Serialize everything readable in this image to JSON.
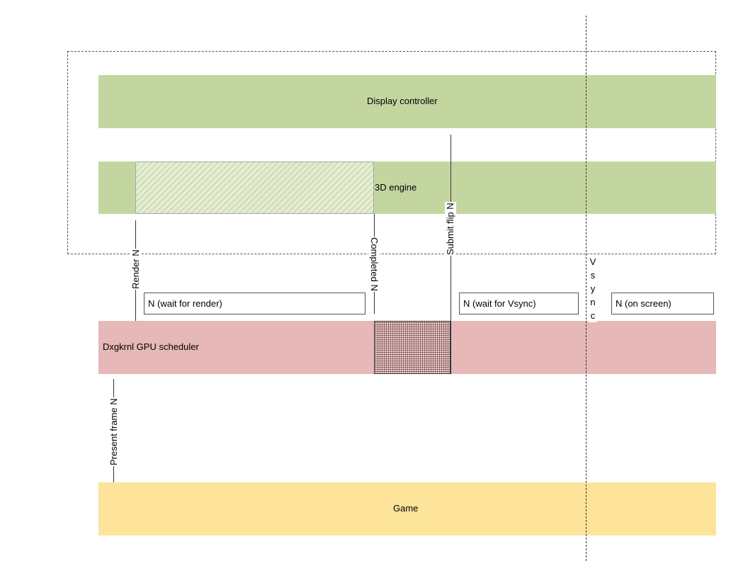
{
  "lanes": {
    "display_controller": "Display controller",
    "engine_3d": "3D engine",
    "scheduler": "Dxgkrnl GPU scheduler",
    "game": "Game"
  },
  "events": {
    "render": "Render N",
    "completed": "Completed N",
    "submit_flip": "Submit flip N",
    "present_frame": "Present frame N"
  },
  "states": {
    "wait_render": "N (wait for render)",
    "wait_vsync": "N (wait for Vsync)",
    "on_screen": "N (on screen)"
  },
  "vsync": {
    "letters": [
      "V",
      "s",
      "y",
      "n",
      "c"
    ]
  },
  "colors": {
    "gpu_lanes": "#c4d6a0",
    "scheduler_lane": "#e6b8b7",
    "game_lane": "#fde49a"
  }
}
